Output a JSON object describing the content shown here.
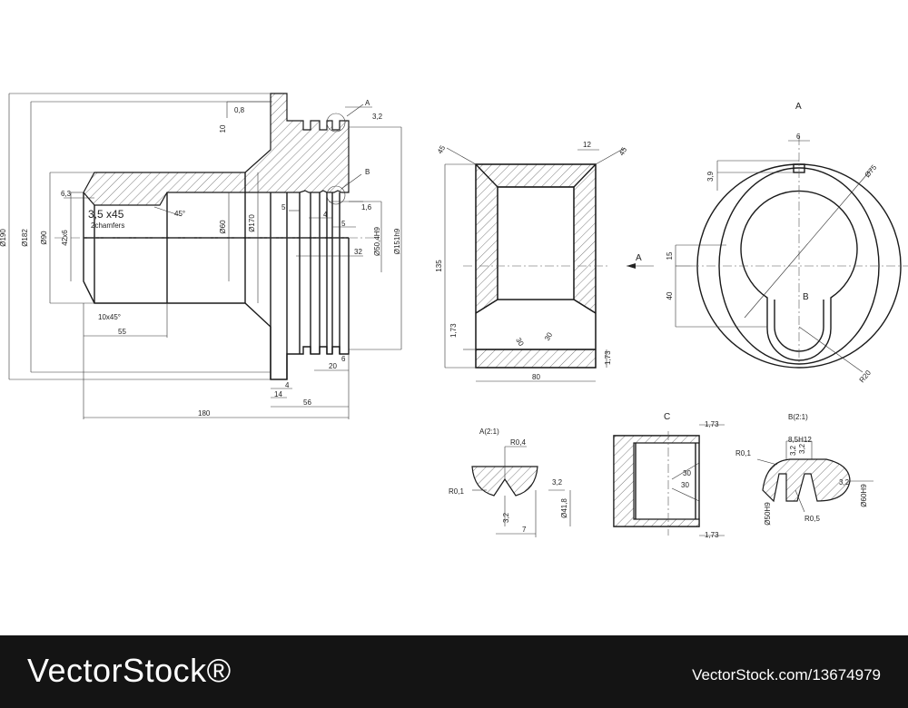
{
  "drawing": {
    "main_view": {
      "dims": {
        "d190": "Ø190",
        "d182": "Ø182",
        "d90": "Ø90",
        "d42x6": "42x6",
        "d6_3": "6,3",
        "chamfer": "3,5 x45",
        "chamfer_note": "2chamfers",
        "ang45": "45°",
        "d60": "Ø60",
        "d170": "Ø170",
        "d50": "Ø50,4H9",
        "d151": "Ø151h9",
        "d10": "10",
        "d0_8": "0,8",
        "d3_2": "3,2",
        "d1_6": "1,6",
        "d5a": "5",
        "d4a": "4",
        "d5b": "5",
        "d32": "32",
        "d20": "20",
        "d6": "6",
        "d10x45": "10x45°",
        "d55": "55",
        "d4b": "4",
        "d14": "14",
        "d56": "56",
        "d180": "180"
      },
      "labels": {
        "a": "A",
        "b": "B"
      }
    },
    "section_view": {
      "dims": {
        "d45l": "45",
        "d12": "12",
        "d45r": "45",
        "d135": "135",
        "d1_73a": "1,73",
        "d30a": "30",
        "d30b": "30",
        "d80": "80",
        "d1_73b": "1,73"
      },
      "label_a": "A"
    },
    "end_view": {
      "title": "A",
      "dims": {
        "d6": "6",
        "d3_9": "3,9",
        "d75": "Ø75",
        "d15": "15",
        "d40": "40",
        "r20": "R20"
      },
      "label_b": "B"
    },
    "detail_a": {
      "title": "A(2:1)",
      "dims": {
        "r0_4": "R0,4",
        "r0_1": "R0,1",
        "d3_2a": "3,2",
        "d3_2b": "3,2",
        "d41_8": "Ø41,8",
        "d7": "7"
      }
    },
    "detail_c": {
      "title": "C",
      "dims": {
        "d1_73a": "1,73",
        "d30a": "30",
        "d30b": "30",
        "d1_73b": "1,73"
      }
    },
    "detail_b": {
      "title": "B(2:1)",
      "dims": {
        "d8_5": "8,5H12",
        "r0_1": "R0,1",
        "d3_2a": "3,2",
        "d3_2b": "3,2",
        "d3_2c": "3,2",
        "d50h9": "Ø50H9",
        "r0_5": "R0,5",
        "d60h9": "Ø60H9"
      }
    }
  },
  "footer": {
    "logo": "VectorStock®",
    "credit": "VectorStock.com/13674979"
  }
}
